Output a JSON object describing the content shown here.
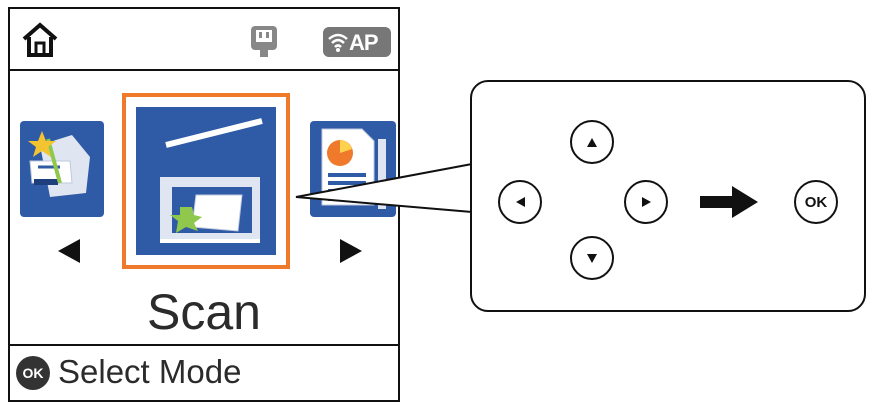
{
  "status_bar": {
    "home_icon": "home-icon",
    "memory_icon": "memory-card-icon",
    "ap_label": "AP"
  },
  "mode_carousel": {
    "items": [
      {
        "icon": "copy-icon"
      },
      {
        "icon": "scan-icon",
        "selected": true
      },
      {
        "icon": "document-icon"
      }
    ]
  },
  "mode_label": "Scan",
  "footer": {
    "ok_badge": "OK",
    "hint": "Select Mode"
  },
  "controls": {
    "ok_label": "OK",
    "up_icon": "triangle-up-icon",
    "down_icon": "triangle-down-icon",
    "left_icon": "triangle-left-icon",
    "right_icon": "triangle-right-icon",
    "then_icon": "arrow-right-icon"
  },
  "colors": {
    "tile_blue": "#2e5aa6",
    "selection_orange": "#ef7a2b",
    "badge_gray": "#777777"
  }
}
